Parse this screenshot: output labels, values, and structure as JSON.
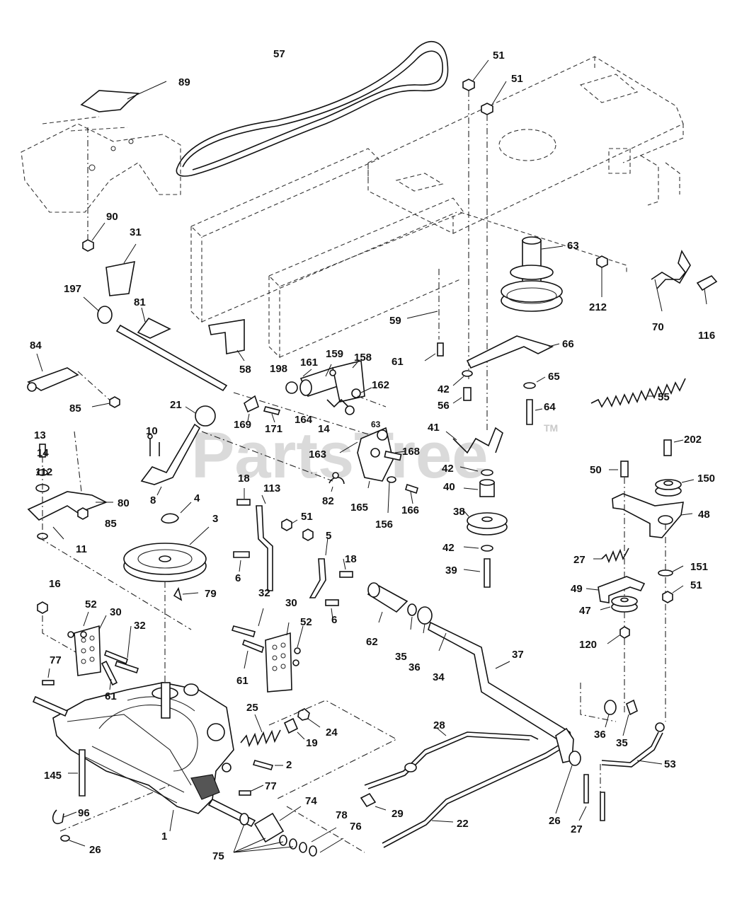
{
  "watermark": {
    "text": "PartsTree",
    "trademark": "TM"
  },
  "callouts": [
    {
      "id": "57",
      "label": "57"
    },
    {
      "id": "89",
      "label": "89"
    },
    {
      "id": "51a",
      "label": "51"
    },
    {
      "id": "51b",
      "label": "51"
    },
    {
      "id": "90",
      "label": "90"
    },
    {
      "id": "31",
      "label": "31"
    },
    {
      "id": "63a",
      "label": "63"
    },
    {
      "id": "212",
      "label": "212"
    },
    {
      "id": "70",
      "label": "70"
    },
    {
      "id": "116",
      "label": "116"
    },
    {
      "id": "197",
      "label": "197"
    },
    {
      "id": "81",
      "label": "81"
    },
    {
      "id": "59",
      "label": "59"
    },
    {
      "id": "66",
      "label": "66"
    },
    {
      "id": "84",
      "label": "84"
    },
    {
      "id": "58",
      "label": "58"
    },
    {
      "id": "198",
      "label": "198"
    },
    {
      "id": "161",
      "label": "161"
    },
    {
      "id": "159",
      "label": "159"
    },
    {
      "id": "158",
      "label": "158"
    },
    {
      "id": "61a",
      "label": "61"
    },
    {
      "id": "65",
      "label": "65"
    },
    {
      "id": "162",
      "label": "162"
    },
    {
      "id": "42a",
      "label": "42"
    },
    {
      "id": "85a",
      "label": "85"
    },
    {
      "id": "21",
      "label": "21"
    },
    {
      "id": "169",
      "label": "169"
    },
    {
      "id": "171",
      "label": "171"
    },
    {
      "id": "164",
      "label": "164"
    },
    {
      "id": "56",
      "label": "56"
    },
    {
      "id": "55",
      "label": "55"
    },
    {
      "id": "64",
      "label": "64"
    },
    {
      "id": "14a",
      "label": "14"
    },
    {
      "id": "13",
      "label": "13"
    },
    {
      "id": "10",
      "label": "10"
    },
    {
      "id": "63b",
      "label": "63"
    },
    {
      "id": "41",
      "label": "41"
    },
    {
      "id": "202",
      "label": "202"
    },
    {
      "id": "163",
      "label": "163"
    },
    {
      "id": "168",
      "label": "168"
    },
    {
      "id": "14b",
      "label": "14"
    },
    {
      "id": "112",
      "label": "112"
    },
    {
      "id": "42b",
      "label": "42"
    },
    {
      "id": "50",
      "label": "50"
    },
    {
      "id": "150",
      "label": "150"
    },
    {
      "id": "18a",
      "label": "18"
    },
    {
      "id": "113",
      "label": "113"
    },
    {
      "id": "40",
      "label": "40"
    },
    {
      "id": "8",
      "label": "8"
    },
    {
      "id": "80",
      "label": "80"
    },
    {
      "id": "82",
      "label": "82"
    },
    {
      "id": "165",
      "label": "165"
    },
    {
      "id": "166",
      "label": "166"
    },
    {
      "id": "4",
      "label": "4"
    },
    {
      "id": "51c",
      "label": "51"
    },
    {
      "id": "38",
      "label": "38"
    },
    {
      "id": "48",
      "label": "48"
    },
    {
      "id": "85b",
      "label": "85"
    },
    {
      "id": "156",
      "label": "156"
    },
    {
      "id": "3",
      "label": "3"
    },
    {
      "id": "5",
      "label": "5"
    },
    {
      "id": "11",
      "label": "11"
    },
    {
      "id": "42c",
      "label": "42"
    },
    {
      "id": "27a",
      "label": "27"
    },
    {
      "id": "18b",
      "label": "18"
    },
    {
      "id": "6a",
      "label": "6"
    },
    {
      "id": "39",
      "label": "39"
    },
    {
      "id": "151",
      "label": "151"
    },
    {
      "id": "16",
      "label": "16"
    },
    {
      "id": "51d",
      "label": "51"
    },
    {
      "id": "49",
      "label": "49"
    },
    {
      "id": "32a",
      "label": "32"
    },
    {
      "id": "79",
      "label": "79"
    },
    {
      "id": "52a",
      "label": "52"
    },
    {
      "id": "30a",
      "label": "30"
    },
    {
      "id": "30b",
      "label": "30"
    },
    {
      "id": "47",
      "label": "47"
    },
    {
      "id": "6b",
      "label": "6"
    },
    {
      "id": "32b",
      "label": "32"
    },
    {
      "id": "52b",
      "label": "52"
    },
    {
      "id": "62",
      "label": "62"
    },
    {
      "id": "120",
      "label": "120"
    },
    {
      "id": "35a",
      "label": "35"
    },
    {
      "id": "36a",
      "label": "36"
    },
    {
      "id": "37",
      "label": "37"
    },
    {
      "id": "77a",
      "label": "77"
    },
    {
      "id": "61b",
      "label": "61"
    },
    {
      "id": "61c",
      "label": "61"
    },
    {
      "id": "34",
      "label": "34"
    },
    {
      "id": "25",
      "label": "25"
    },
    {
      "id": "24",
      "label": "24"
    },
    {
      "id": "28",
      "label": "28"
    },
    {
      "id": "36b",
      "label": "36"
    },
    {
      "id": "35b",
      "label": "35"
    },
    {
      "id": "19",
      "label": "19"
    },
    {
      "id": "53",
      "label": "53"
    },
    {
      "id": "145",
      "label": "145"
    },
    {
      "id": "2",
      "label": "2"
    },
    {
      "id": "77b",
      "label": "77"
    },
    {
      "id": "96",
      "label": "96"
    },
    {
      "id": "74",
      "label": "74"
    },
    {
      "id": "29",
      "label": "29"
    },
    {
      "id": "22",
      "label": "22"
    },
    {
      "id": "26a",
      "label": "26"
    },
    {
      "id": "78",
      "label": "78"
    },
    {
      "id": "76",
      "label": "76"
    },
    {
      "id": "1",
      "label": "1"
    },
    {
      "id": "27b",
      "label": "27"
    },
    {
      "id": "26b",
      "label": "26"
    },
    {
      "id": "75",
      "label": "75"
    }
  ]
}
